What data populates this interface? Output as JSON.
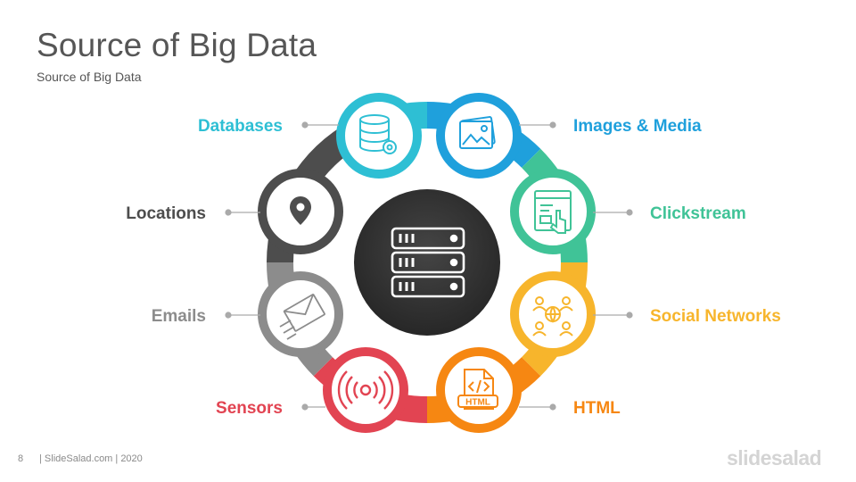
{
  "slide": {
    "title": "Source of Big Data",
    "subtitle": "Source of Big Data"
  },
  "items": [
    {
      "id": "databases",
      "label": "Databases",
      "icon": "database-settings-icon",
      "color": "#2ebfd4"
    },
    {
      "id": "images-media",
      "label": "Images & Media",
      "icon": "images-media-icon",
      "color": "#1fa0dc"
    },
    {
      "id": "clickstream",
      "label": "Clickstream",
      "icon": "clickstream-icon",
      "color": "#40c397"
    },
    {
      "id": "social-networks",
      "label": "Social Networks",
      "icon": "social-network-icon",
      "color": "#f7b52c"
    },
    {
      "id": "html",
      "label": "HTML",
      "icon": "html-file-icon",
      "color": "#f68712"
    },
    {
      "id": "sensors",
      "label": "Sensors",
      "icon": "sensor-signal-icon",
      "color": "#e24452"
    },
    {
      "id": "emails",
      "label": "Emails",
      "icon": "email-send-icon",
      "color": "#8c8c8c"
    },
    {
      "id": "locations",
      "label": "Locations",
      "icon": "location-pin-icon",
      "color": "#4d4d4d"
    }
  ],
  "center": {
    "icon": "server-icon",
    "color": "#333333"
  },
  "footer": {
    "page_number": "8",
    "source": "| SlideSalad.com | 2020",
    "logo": "slidesalad"
  }
}
